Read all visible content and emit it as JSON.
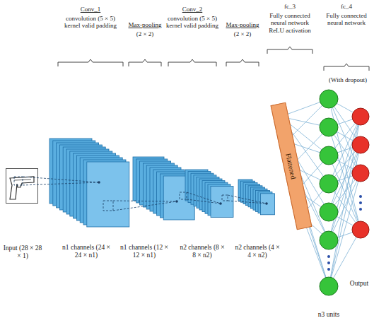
{
  "diagram": {
    "nodes": [
      {
        "text": [
          "Input (28 × 28 × 1)"
        ]
      },
      {
        "text": [
          "n1 channels (24 × 24 × n1)"
        ]
      },
      {
        "text": [
          "n1 channels (12 × 12 × n1)"
        ]
      },
      {
        "text": [
          "n2 channels (8 × 8 × n2)"
        ]
      },
      {
        "text": [
          "n2 channels (4 × 4 × n2)"
        ]
      },
      {
        "text": [
          "Flattened"
        ]
      }
    ],
    "labels": [
      "Conv_1",
      "convolution (5 × 5) kernel valid padding",
      "Max-pooling",
      "(2 × 2)",
      "Conv_2",
      "convolution (5 × 5) kernel valid padding",
      "Max-pooling",
      "(2 × 2)",
      "fc_3",
      "Fully connected neural network ReLU activation",
      "fc_4",
      "Fully connected neural network",
      "(With dropout)",
      "n3 units",
      "Output"
    ]
  }
}
